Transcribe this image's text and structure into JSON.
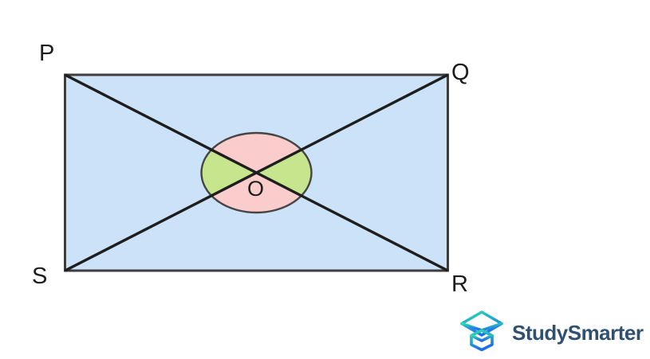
{
  "figure": {
    "type": "geometry-diagram",
    "description": "Rectangle PQRS filled light blue with diagonals PR and SQ crossing at centre point O; a disc at O shows the two pairs of vertically opposite angles, top/bottom pair shaded pink and left/right pair shaded green",
    "vertex_labels": {
      "top_left": "P",
      "top_right": "Q",
      "bottom_right": "R",
      "bottom_left": "S",
      "intersection": "O"
    }
  },
  "colors": {
    "rectangle_fill": "#cce2f8",
    "rectangle_stroke": "#3d3d3d",
    "diagonal_stroke": "#1e1e1e",
    "angle_disc_fill": "#fbcccc",
    "angle_sector_fill": "#c6e58c",
    "angle_disc_stroke": "#454545",
    "label_color": "#1c1c1c",
    "logo_text_color": "#30506f",
    "logo_gradient_start": "#2be0a8",
    "logo_gradient_end": "#1e6ef0"
  },
  "branding": {
    "logo_label": "StudySmarter",
    "logo_icon": "studysmarter-box-icon"
  }
}
